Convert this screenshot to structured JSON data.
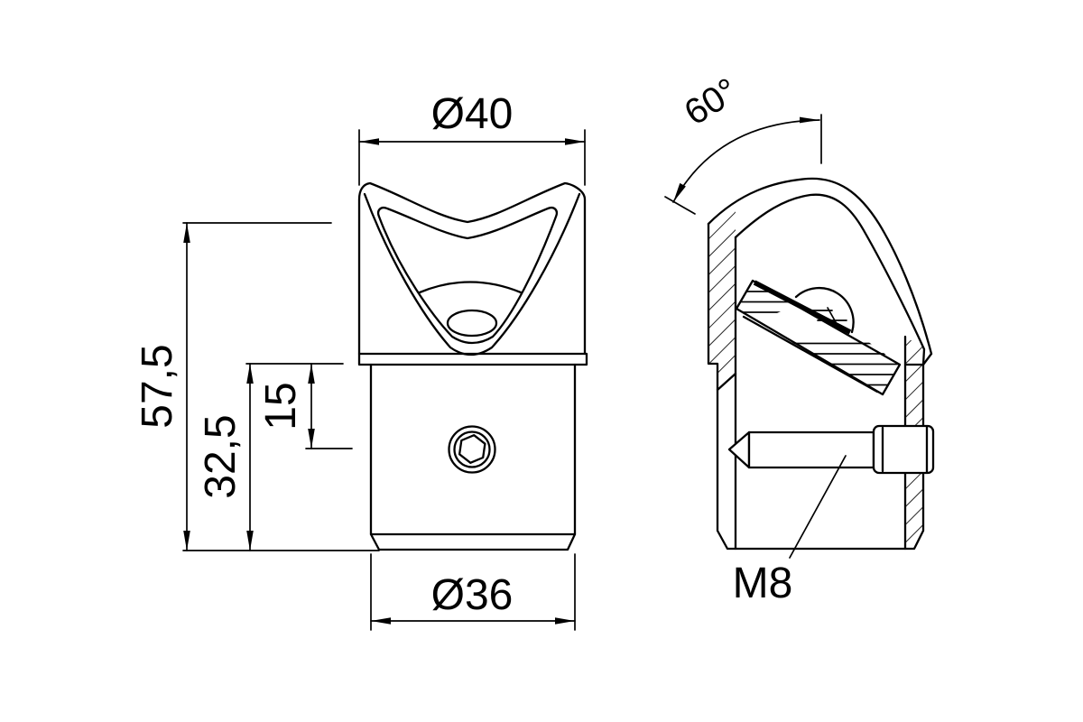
{
  "style": {
    "background": "#ffffff",
    "line_color": "#000000"
  },
  "labels": {
    "top_diameter": "Ø40",
    "overall_height": "57,5",
    "body_height": "32,5",
    "screw_offset": "15",
    "bottom_diameter": "Ø36",
    "angle": "60°",
    "thread": "M8"
  }
}
